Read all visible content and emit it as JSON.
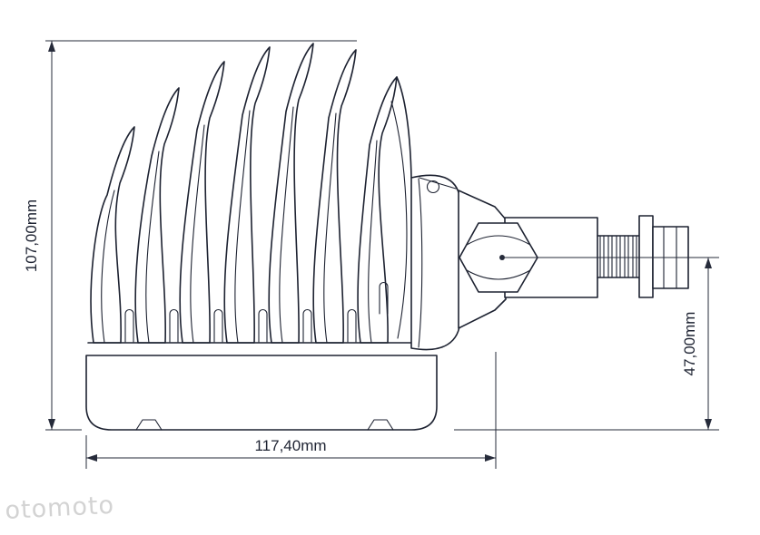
{
  "drawing": {
    "kind": "technical-drawing",
    "subject": "led-work-lamp-side-view",
    "colors": {
      "line": "#1d2231",
      "dimension": "#262b3a",
      "watermark": "#cccccc",
      "background": "#ffffff"
    },
    "dimensions": {
      "overall_height": "107,00mm",
      "overall_width": "117,40mm",
      "mount_offset": "47,00mm"
    },
    "watermark": "otomoto"
  }
}
